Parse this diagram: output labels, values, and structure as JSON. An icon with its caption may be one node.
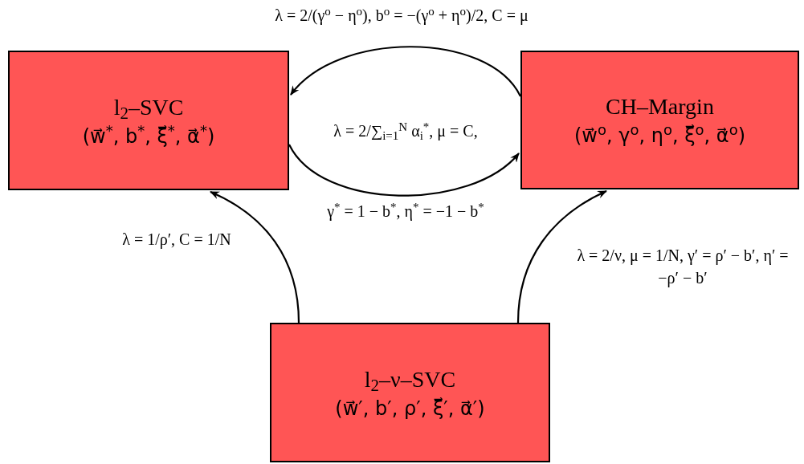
{
  "diagram": {
    "nodes": [
      {
        "text": [
          "l$_{2}$–SVC",
          "(w⃗$^{*}$, b$^{*}$, ξ⃗$^{*}$, α⃗$^{*}$)"
        ]
      },
      {
        "text": [
          "CH–Margin",
          "(w⃗$^{o}$, γ$^{o}$, η$^{o}$, ξ⃗$^{o}$, α⃗$^{o}$)"
        ]
      },
      {
        "text": [
          "l$_{2}$–ν–SVC",
          "(w⃗′, b′, ρ′, ξ⃗′, α⃗′)"
        ]
      }
    ],
    "edges": [
      {
        "from": 1,
        "to": 0,
        "arrow": "to",
        "label": "λ = 2/(γ$^{o}$ − η$^{o}$), b$^{o}$ = −(γ$^{o}$ + η$^{o}$)/2, C = μ"
      },
      {
        "from": 0,
        "to": 1,
        "arrow": "to",
        "label": "λ = 2/∑$_{i=1}$$^{N}$ α$_{i}$$^{*}$, μ = C,"
      },
      {
        "from": 2,
        "to": 0,
        "arrow": "to",
        "label": "λ = 1/ρ′, C = 1/N"
      },
      {
        "from": 2,
        "to": 1,
        "arrow": "to",
        "label": "λ = 2/ν, μ = 1/N, γ′ = ρ′ − b′, η′ = −ρ′ − b′"
      }
    ],
    "labels": [
      "γ$^{*}$ = 1 − b$^{*}$, η$^{*}$ = −1 − b$^{*}$"
    ]
  }
}
